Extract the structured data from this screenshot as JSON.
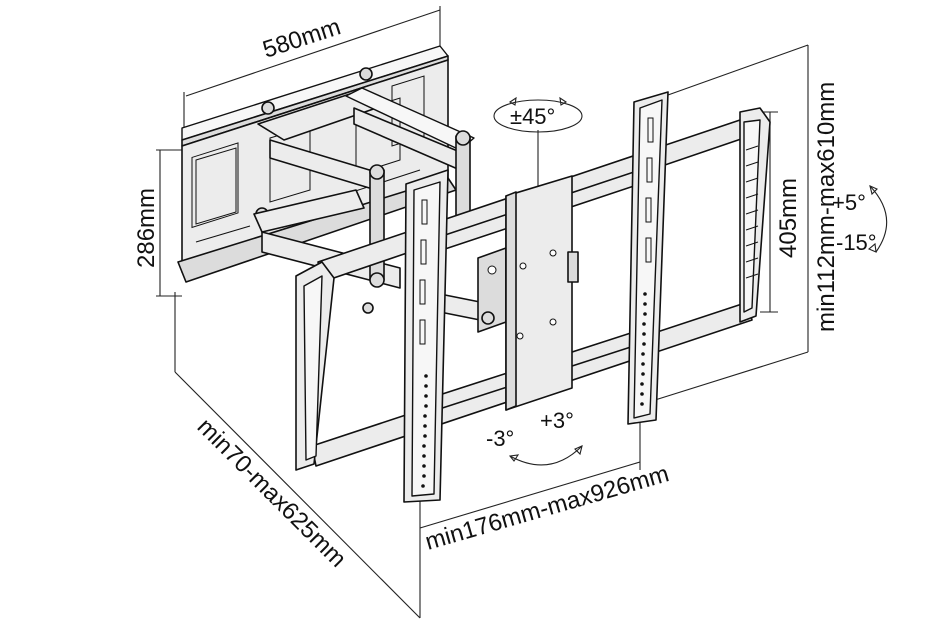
{
  "labels": {
    "width_580": "580mm",
    "height_286": "286mm",
    "height_405": "405mm",
    "extension": "min70-max625mm",
    "spacing": "min176mm-max926mm",
    "vertical_range": "min112mm-max610mm",
    "swivel": "±45°",
    "tilt_up": "+5°",
    "tilt_down": "-15°",
    "level_minus": "-3°",
    "level_plus": "+3°"
  }
}
